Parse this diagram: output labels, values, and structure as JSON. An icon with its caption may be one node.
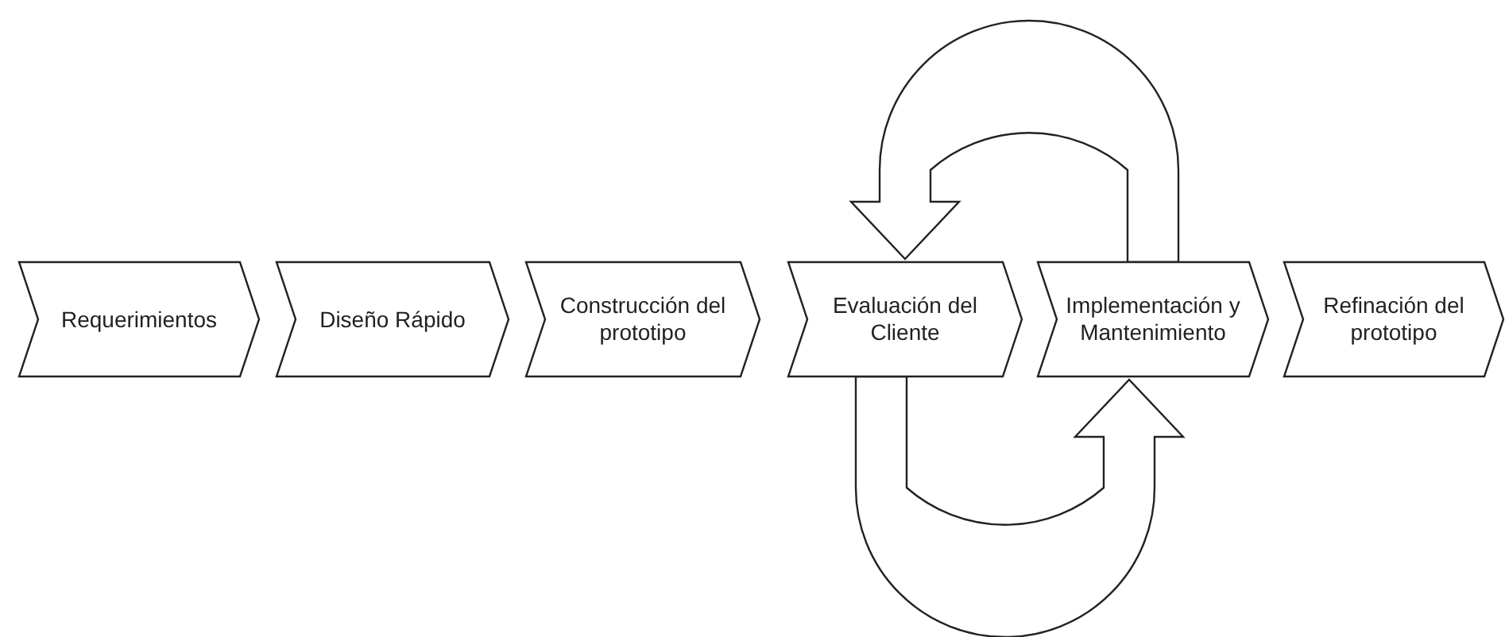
{
  "diagram": {
    "nodes": [
      {
        "text": [
          "Requerimientos"
        ]
      },
      {
        "text": [
          "Diseño Rápido"
        ]
      },
      {
        "text": [
          "Construcción del prototipo"
        ]
      },
      {
        "text": [
          "Evaluación del Cliente"
        ]
      },
      {
        "text": [
          "Implementación y Mantenimiento"
        ]
      },
      {
        "text": [
          "Refinación del prototipo"
        ]
      }
    ],
    "edges": [
      {
        "from": 4,
        "to": 3,
        "arrow": "to"
      },
      {
        "from": 3,
        "to": 4,
        "arrow": "to"
      }
    ]
  }
}
